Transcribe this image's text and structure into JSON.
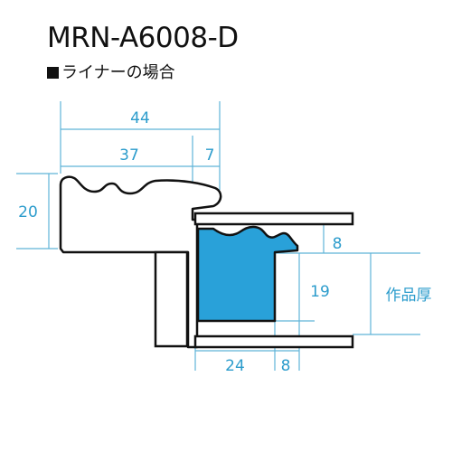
{
  "product": {
    "model": "MRN-A6008-D",
    "subtitle": "ライナーの場合"
  },
  "dimensions": {
    "total_width": "44",
    "frame_width": "37",
    "rabbet_depth": "7",
    "frame_height": "20",
    "liner_gap": "8",
    "liner_height": "19",
    "artwork_thickness_label": "作品厚",
    "liner_width": "24",
    "liner_offset": "8"
  },
  "colors": {
    "dimension_line": "#5fb4d8",
    "dimension_text": "#2c9ccc",
    "liner_fill": "#29a1d9",
    "outline": "#111111"
  }
}
